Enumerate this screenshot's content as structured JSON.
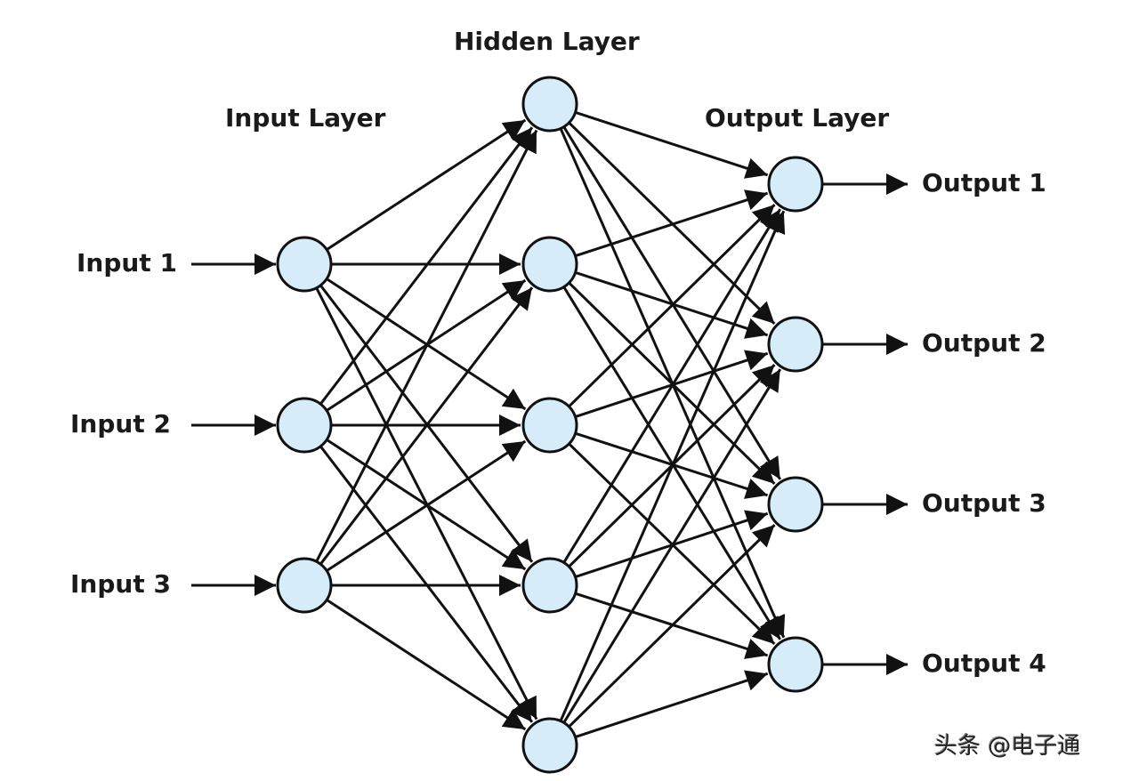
{
  "diagram": {
    "title_input": "Input Layer",
    "title_hidden": "Hidden Layer",
    "title_output": "Output Layer",
    "inputs": [
      "Input  1",
      "Input  2",
      "Input  3"
    ],
    "outputs": [
      "Output 1",
      "Output 2",
      "Output 3",
      "Output 4"
    ],
    "hidden_count": 5,
    "connectivity": "fully-connected",
    "node_fill": "#d6ecf8",
    "node_stroke": "#111111",
    "edge_color": "#111111"
  },
  "watermark": "头条 @电子通"
}
